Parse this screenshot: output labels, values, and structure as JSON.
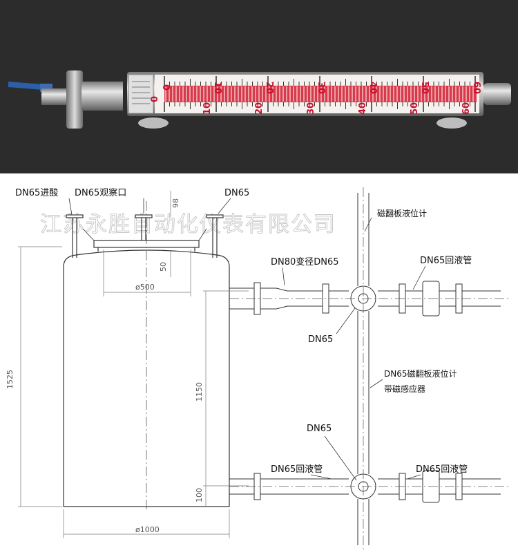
{
  "photo": {
    "scale_labels": [
      "0",
      "10",
      "20",
      "30",
      "40",
      "50",
      "60"
    ]
  },
  "drawing": {
    "watermark": "江苏永胜自动化仪表有限公司",
    "labels": {
      "top_left_port": "DN65进酸",
      "observation_port": "DN65观察口",
      "top_right_port": "DN65",
      "gauge_title": "磁翻板液位计",
      "reducer": "DN80变径DN65",
      "return_pipe_upper": "DN65回液管",
      "dn65_upper": "DN65",
      "gauge_spec_line1": "DN65磁翻板液位计",
      "gauge_spec_line2": "带磁感应器",
      "dn65_lower": "DN65",
      "return_pipe_lower_left": "DN65回液管",
      "return_pipe_lower_right": "DN65回液管"
    },
    "dimensions": {
      "nozzle_height": "98",
      "head_height": "50",
      "manhole_dia": "ø500",
      "total_height": "1525",
      "center_distance": "1150",
      "bottom_offset": "100",
      "tank_dia": "ø1000"
    }
  },
  "colors": {
    "photo_bg": "#2c2c2c",
    "scale_red": "#c8102e",
    "line": "#333333",
    "dim_line": "#777777",
    "watermark": "#c9c9c9"
  }
}
